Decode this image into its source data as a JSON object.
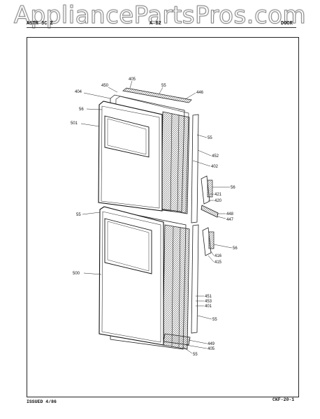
{
  "watermark": "AppliancePartsPros.com",
  "header": {
    "left": "ASTR 3C Z",
    "center": "A 12",
    "right": "DOOR"
  },
  "footer": {
    "issued": "ISSUED 4/86",
    "code": "CKF-20-1"
  },
  "labels": {
    "l405a": "405",
    "l450a": "450",
    "l55a": "55",
    "l404": "404",
    "l446": "446",
    "l56a": "56",
    "l501": "501",
    "l55b": "55",
    "l452": "452",
    "l402": "402",
    "l56b": "56",
    "l421": "421",
    "l420": "420",
    "l448": "448",
    "l447": "447",
    "l55c": "55",
    "l56c": "56",
    "l416": "416",
    "l415": "415",
    "l500": "500",
    "l451": "451",
    "l453": "453",
    "l401": "401",
    "l55d": "55",
    "l449": "449",
    "l405b": "405",
    "l55e": "55"
  }
}
